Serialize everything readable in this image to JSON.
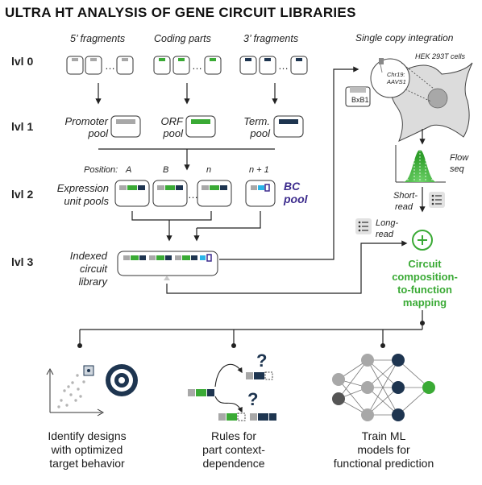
{
  "title": "ULTRA HT ANALYSIS OF GENE CIRCUIT LIBRARIES",
  "levels": [
    "lvl 0",
    "lvl 1",
    "lvl 2",
    "lvl 3"
  ],
  "lvl0_headers": [
    "5’ fragments",
    "Coding parts",
    "3’ fragments"
  ],
  "dots": "…",
  "lvl1_pools": [
    [
      "Promoter",
      "pool"
    ],
    [
      "ORF",
      "pool"
    ],
    [
      "Term.",
      "pool"
    ]
  ],
  "position_label": "Position:",
  "positions": [
    "A",
    "B",
    "n",
    "n + 1"
  ],
  "expression_pools": [
    "Expression",
    "unit pools"
  ],
  "bc_pool": [
    "BC",
    "pool"
  ],
  "indexed_library": [
    "Indexed",
    "circuit",
    "library"
  ],
  "single_copy": "Single copy integration",
  "hek": "HEK 293T cells",
  "locus": [
    "Chr19:",
    "AAVS1"
  ],
  "bxb1": "BxB1",
  "flow": [
    "Flow",
    "seq"
  ],
  "short_read": [
    "Short-",
    "read"
  ],
  "long_read": [
    "Long-",
    "read"
  ],
  "mapping": [
    "Circuit",
    "composition-",
    "to-function",
    "mapping"
  ],
  "outcomes": [
    [
      "Identify designs",
      "with optimized",
      "target behavior"
    ],
    [
      "Rules for",
      "part context-",
      "dependence"
    ],
    [
      "Train ML",
      "models for",
      "functional prediction"
    ]
  ],
  "question": "?",
  "colors": {
    "green": "#3aaa35",
    "purple": "#3d2c8d",
    "navy": "#1e3550",
    "gray": "#a8a8a8",
    "cyan": "#29b5e8"
  }
}
